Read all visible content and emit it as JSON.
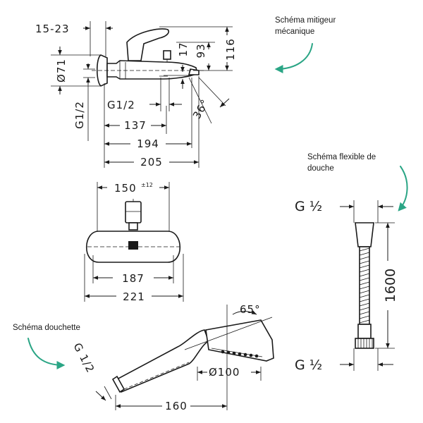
{
  "notes": {
    "mixer_line1": "Schéma mitigeur",
    "mixer_line2": "mécanique",
    "hose_line1": "Schéma flexible de",
    "hose_line2": "douche",
    "handshower": "Schéma douchette"
  },
  "mixer_side": {
    "d_15_23": "15-23",
    "d_93": "93",
    "d_116": "116",
    "d_17": "17",
    "d_071": "Ø71",
    "d_g12_vert": "G1/2",
    "d_g12_horiz": "G1/2",
    "d_36": "36°",
    "d_137": "137",
    "d_194": "194",
    "d_205": "205"
  },
  "mixer_front": {
    "d_150": "150",
    "d_150_tol": "±12",
    "d_187": "187",
    "d_221": "221"
  },
  "handshower": {
    "d_65": "65°",
    "d_g12": "G 1/2",
    "d_100": "Ø100",
    "d_160": "160"
  },
  "hose": {
    "g_top": "G ½",
    "g_bottom": "G ½",
    "d_1600": "1600"
  },
  "colors": {
    "accent_arrow": "#2aa585",
    "line": "#1a1a1a"
  }
}
